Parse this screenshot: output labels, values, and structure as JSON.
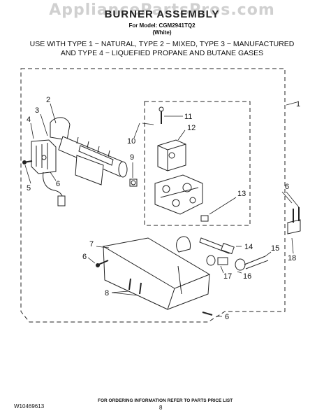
{
  "header": {
    "watermark": "AppliancePartsPros.com",
    "title": "BURNER ASSEMBLY",
    "model_line": "For Model: CGM2941TQ2",
    "color_line": "(White)",
    "usage_line1": "USE WITH TYPE 1 − NATURAL, TYPE 2 − MIXED, TYPE 3 − MANUFACTURED",
    "usage_line2": "AND TYPE 4 − LIQUEFIED PROPANE AND BUTANE GASES"
  },
  "callouts": {
    "c1": "1",
    "c2": "2",
    "c3": "3",
    "c4": "4",
    "c5": "5",
    "c6a": "6",
    "c6b": "6",
    "c6c": "6",
    "c6d": "6",
    "c7": "7",
    "c8": "8",
    "c9": "9",
    "c10": "10",
    "c11": "11",
    "c12": "12",
    "c13": "13",
    "c14": "14",
    "c15": "15",
    "c16": "16",
    "c17": "17",
    "c18": "18"
  },
  "footer": {
    "doc_id": "W10469613",
    "info": "FOR ORDERING INFORMATION REFER TO PARTS PRICE LIST",
    "page": "8"
  }
}
